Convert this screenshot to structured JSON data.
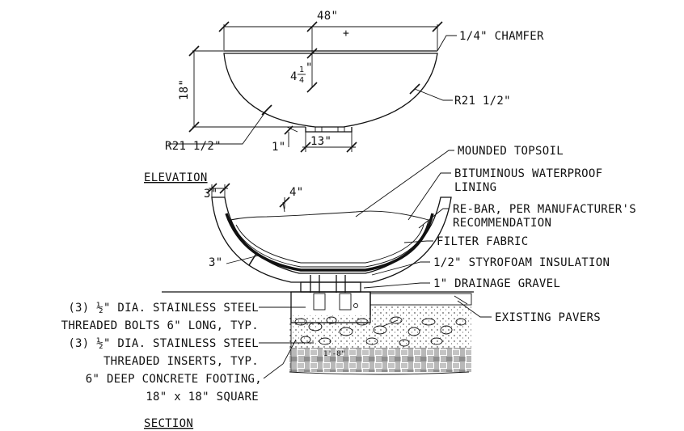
{
  "elevation": {
    "dim_width": "48\"",
    "chamfer": "1/4\" CHAMFER",
    "dim_height": "18\"",
    "dim_rim_whole": "4",
    "dim_rim_num": "1",
    "dim_rim_den": "4",
    "dim_rim_unit": "\"",
    "radius_right": "R21 1/2\"",
    "radius_left": "R21 1/2\"",
    "dim_one": "1\"",
    "dim_base": "13\"",
    "plus_mark": "+",
    "title": "ELEVATION"
  },
  "section": {
    "dim_wall": "3\"",
    "dim_gap": "4\"",
    "dim_bottom": "3\"",
    "footing_text": "1'-8\"",
    "labels_right": [
      "MOUNDED TOPSOIL",
      "BITUMINOUS WATERPROOF",
      "LINING",
      "RE-BAR, PER MANUFACTURER'S",
      "RECOMMENDATION",
      "FILTER FABRIC",
      "1/2\" STYROFOAM INSULATION",
      "1\" DRAINAGE GRAVEL",
      "EXISTING PAVERS"
    ],
    "labels_left": [
      "(3) ½\" DIA. STAINLESS STEEL",
      "THREADED BOLTS 6\" LONG, TYP.",
      "(3) ½\" DIA. STAINLESS STEEL",
      "THREADED INSERTS, TYP.",
      "6\" DEEP CONCRETE FOOTING,",
      "18\" x 18\" SQUARE"
    ],
    "title": "SECTION"
  }
}
